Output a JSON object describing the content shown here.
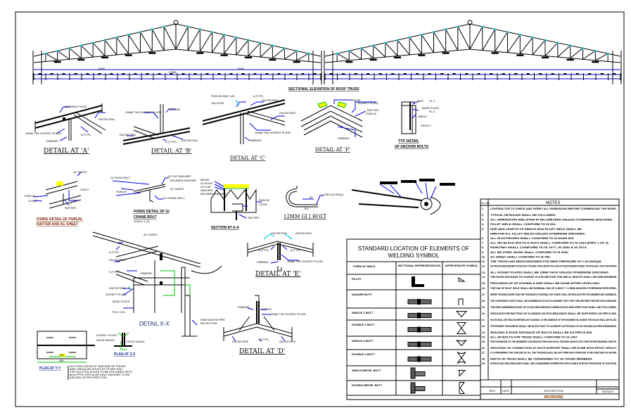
{
  "colors": {
    "line": "#000000",
    "leader": "#0000e0",
    "highlight": "#ffff00",
    "weld_green": "#00c000",
    "cyan": "#00d0e0"
  },
  "elevation": {
    "title": "SECTIONAL ELEVATION OF ROOF TRUSS",
    "dims": [
      "8945",
      "8945",
      "17890"
    ]
  },
  "details": {
    "a": {
      "title": "DETAIL AT 'A'",
      "labels": [
        "BEARING PLATE",
        "10MM THK GUSSET PLATE",
        "ISMB250",
        "ISA75X75X6",
        "6 (TYP)"
      ]
    },
    "b": {
      "title": "DETAIL AT 'B'",
      "labels": [
        "10MM THK GUSSET PLATE",
        "ISMB250",
        "ISA75X75X6",
        "ISA75X75X6",
        "6 (TYP)"
      ]
    },
    "c": {
      "title": "DETAIL AT 'C'",
      "labels": [
        "PURLIN ISMC 125",
        "SAG ROD",
        "ISA75X75X6",
        "ISA75X75X6",
        "10MM THK GUSSET PLATE",
        "ISMB250",
        "6 (TYP)"
      ]
    },
    "f": {
      "title": "DETAIL AT 'F'",
      "labels": [
        "RIDGE",
        "GUSSET PLATE",
        "RAFTER",
        "PURLIN",
        "ISMB250"
      ]
    },
    "anchor": {
      "title_1": "TYP. DETAIL",
      "title_2": "OF ANCHOR BOLTS",
      "labels": [
        "NUT",
        "PL-1",
        "BASE PLATE",
        "PL-2",
        "A/BOLT",
        "GROUT"
      ]
    },
    "purlin": {
      "title_1": "FIXING DETAIL OF PURLIN,",
      "title_2": "RAFTER AND AC SHEET",
      "labels": [
        "AC SHEET",
        "PURLIN",
        "CLEAT",
        "J BOLT",
        "RAFTER"
      ]
    },
    "crane": {
      "title_1": "FIXING DETAIL OF GI",
      "title_2": "CRANE BOLT",
      "scale": "SCALE-1:10",
      "labels": [
        "GI HOOK BOLT",
        "GI FLAT WASHER",
        "BITUMEN WASHER",
        "AC SHEET",
        "PURLIN",
        "GI CRANK BOLT"
      ]
    },
    "section_aa": {
      "title": "SECTION AT A-A",
      "labels": [
        "RIDGE",
        "GI HOOK",
        "GI FLAT",
        "WASHER",
        "BITUMEN WASHER",
        "PURLIN",
        "CLEAT",
        "RAFTER"
      ]
    },
    "jbolt": {
      "title": "12MM GI J BOLT",
      "labels": [
        "50",
        "100",
        "LONG AS REQD."
      ]
    },
    "xx": {
      "title": "DETAIL X-X",
      "labels": [
        "AC SHEET",
        "ISA75X75X6",
        "ISMB250",
        "ISA75X75X6",
        "GUSSET PLATE",
        "BASE PLATE",
        "RCC COL.",
        "6 (TYP)",
        "6 (TYP)",
        "RAIN WATER PIPE",
        "MS GUTTER"
      ]
    },
    "e": {
      "title": "DETAIL AT 'E'",
      "labels": [
        "ISA75X75X6",
        "ISA75X75X6",
        "ISMB250",
        "10MM THK GUSSET PLATE",
        "6 (TYP)",
        "6 (TYP)"
      ]
    },
    "d": {
      "title": "DETAIL AT 'D'",
      "labels": [
        "ISMB250",
        "10MM THK GUSSET PLATE",
        "ISA75X75X6",
        "ISA75X75X6",
        "6 (TYP)",
        "6 (TYP)"
      ]
    },
    "yy": {
      "title": "PLAN AT Y-Y",
      "dim_1": "100",
      "dim_2": "450",
      "note": [
        "SLOTTED HOLES AT ONE END OF TRUSS",
        "AND CIRCULAR HOLES AT OTHER END.",
        "THE SLOTTED HOLES TO BE PROVIDED WITH",
        "6mm PTFE CIRCULAR HOLE WASHER TO BE",
        "WELDED AFTER ERECTION"
      ]
    },
    "zz": {
      "title": "PLAN AT Z-Z",
      "labels": [
        "GUSSET PLATE",
        "SHOE ANGLE",
        "SHOE ANGLE"
      ]
    }
  },
  "weld_table": {
    "title_1": "STANDARD LOCATION OF ELEMENTS OF",
    "title_2": "WELDING SYMBOL",
    "headers": [
      "FORM OF WELD",
      "SECTIONAL REPRESENTATION",
      "APPROPRIATE SYMBOL"
    ],
    "rows": [
      {
        "form": "FILLET",
        "symbol": "fillet-symbol"
      },
      {
        "form": "SQUARE BUTT",
        "symbol": "square-butt-symbol"
      },
      {
        "form": "SINGLE V BUTT",
        "symbol": "single-v-symbol"
      },
      {
        "form": "DOUBLE V BUTT",
        "symbol": "double-v-symbol"
      },
      {
        "form": "SINGLE U BUTT",
        "symbol": "single-u-symbol"
      },
      {
        "form": "DOUBLE U BUTT",
        "symbol": "double-u-symbol"
      },
      {
        "form": "SINGLE-BEVEL BUTT",
        "symbol": "single-bevel-symbol"
      },
      {
        "form": "DOUBLE-BEVEL BUTT",
        "symbol": "double-bevel-symbol"
      }
    ]
  },
  "notes": {
    "title": "NOTES",
    "sl_header": "SL.NO",
    "items": [
      {
        "no": "1.",
        "text": "CONTRACTOR TO CHECK AND VERIFY ALL DIMENSIONS BEFORE COMMENCING THE WORK."
      },
      {
        "no": "3.",
        "text": "TYPICAL DETAILING SHALL BE FOLLOWED."
      },
      {
        "no": "3.",
        "text": "ALL DIMENSIONS ARE GIVEN IN MILLIMETERS UNLESS OTHERWISE SPECIFIED."
      },
      {
        "no": "4.",
        "text": "FILLET WELD SHALL CONFORM TO IS 816."
      },
      {
        "no": "5.",
        "text": "SIZE AND LENGTH OF SINGLE RUN FILLET WELD SHALL BE"
      },
      {
        "no": "",
        "text": "6MM FOR ALL FILLET WELDS UNLESS OTHERWISE SPECIFIED."
      },
      {
        "no": "6.",
        "text": "ALL ELECTRODES SHALL CONFORM TO IS 814/IS 815."
      },
      {
        "no": "7.",
        "text": "ALL MS BLACK BOLTS & NUTS SHALL CONFORM TO IS 1363 (PART 1 OF 3)."
      },
      {
        "no": "8.",
        "text": "PAINTING SHALL CONFORM TO IS 1477, IS 2932 & IS 2074."
      },
      {
        "no": "9.",
        "text": "ALL MS STEEL WORK SHALL CONFORM TO IS 2062."
      },
      {
        "no": "10.",
        "text": "AC SHEET SHALL CONFORM TO IS 459."
      },
      {
        "no": "11.",
        "text": "THE TRUSS HAS BEEN DESIGNED FOR WIND PRESSURE OF 1.20 kN/SQM."
      },
      {
        "no": "12.",
        "text": "THE TRUSS HAS BEEN DESIGNED FOR PURLINS AT THE PANEL POINTS. BEFORE THE LAUNCH OF PURLINS ENGINEER CONSENT. THE TRUSS SHALL HAVE TO BE PROPPED."
      },
      {
        "no": "13.",
        "text": "ALL GUSSET PLATES SHALL BE 10MM THICK UNLESS OTHERWISE SPECIFIED."
      },
      {
        "no": "14.",
        "text": "THE EDGE DISTANCE OF GUSSET PLATE BEYOND THE WELD LENGTH SHALL BE 6MM MINIMUM."
      },
      {
        "no": "15.",
        "text": "PROVISION OF UP-STANDS & DRIP SHALL BE DONE AFTER LEVELLING."
      },
      {
        "no": "16.",
        "text": "THE DIA OF BOLT HOLE SHALL BE NOMINAL DIA OF A BOLT + 1.5MM UNLESS OTHERWISE SPECIFIED."
      },
      {
        "no": "17.",
        "text": "WHERE THICKNESS MORE THAN ONE THICKNESS OF MATERIAL FOR GUSSET SHALL BE DRILLED AFTER THE MEMBERS ARE ASSEMBLED."
      },
      {
        "no": "18.",
        "text": "THE COMPONENT PARTS SHALL BE ASSEMBLED IN SUCH A MANNER THAT THEY ARE NEITHER TWISTED NOR DAMAGED."
      },
      {
        "no": "19.",
        "text": "THE RECOMMENDATIONS OF IS 800 REGARDING FABRICATION AND ERECTION SHALL BE FOLLOWED."
      },
      {
        "no": "20.",
        "text": "GROOVES FOR BUTTING OF FLANGES ON ROD BRACINGS SHALL BE SUFFICIENT AS PER IS 800."
      },
      {
        "no": "21.",
        "text": "HOLES SHALL BE DRILLED BEFORE ANY FLASHING; IN THE ABSENCE OF THE ENGINEER-IN-CHARGE THE HOLES SHALL BE FILLED."
      },
      {
        "no": "22.",
        "text": "STIFFENER THICKNESS SHALL BE SUCH THAT TO ACHIEVE OUTSTAND OF AS SHOWN AS PER DRAWINGS."
      },
      {
        "no": "23.",
        "text": "SPACING & EDGE DISTANCE OF BOLTS SHALL BE AS PER IS 800."
      },
      {
        "no": "24.",
        "text": "ALL HS BOLTS FOR TRUSS SHALL CONFORM TO IS 1367."
      },
      {
        "no": "25.",
        "text": "FOR EXPANSION OF THE MEMBERS CONTINUOUS THROUGH HOLE, PROVIDE SHIM PLATE OVER ENTIRE BEARING LENGTH."
      },
      {
        "no": "26.",
        "text": "GROUTING OF CONNECTION AT EACH SUPPORT SHALL BE DONE WITH EPOXY GROUT."
      },
      {
        "no": "27.",
        "text": "IT IS PREFERRED THAT ONE END OF ALL THE TRUSSES SHALL BE LEFT FREE AND OTHER END TO BE FIXED END AS SHOWN."
      },
      {
        "no": "28.",
        "text": "DEPTH OF TRUSS SHALL BE CONSIDERED C/C OF CHORD MEMBERS."
      },
      {
        "no": "29.",
        "text": "PURLIN SAG ROD BRACINGS SHALL BE CONSIDERED WHEREVER APPLICABLE IN ROOF PROVISION OF SAG ROD."
      }
    ]
  },
  "revisions": {
    "headers": [
      "REV.",
      "DATE",
      "DESCRIPTION",
      "INITIALS"
    ],
    "title": "REVISIONS"
  }
}
